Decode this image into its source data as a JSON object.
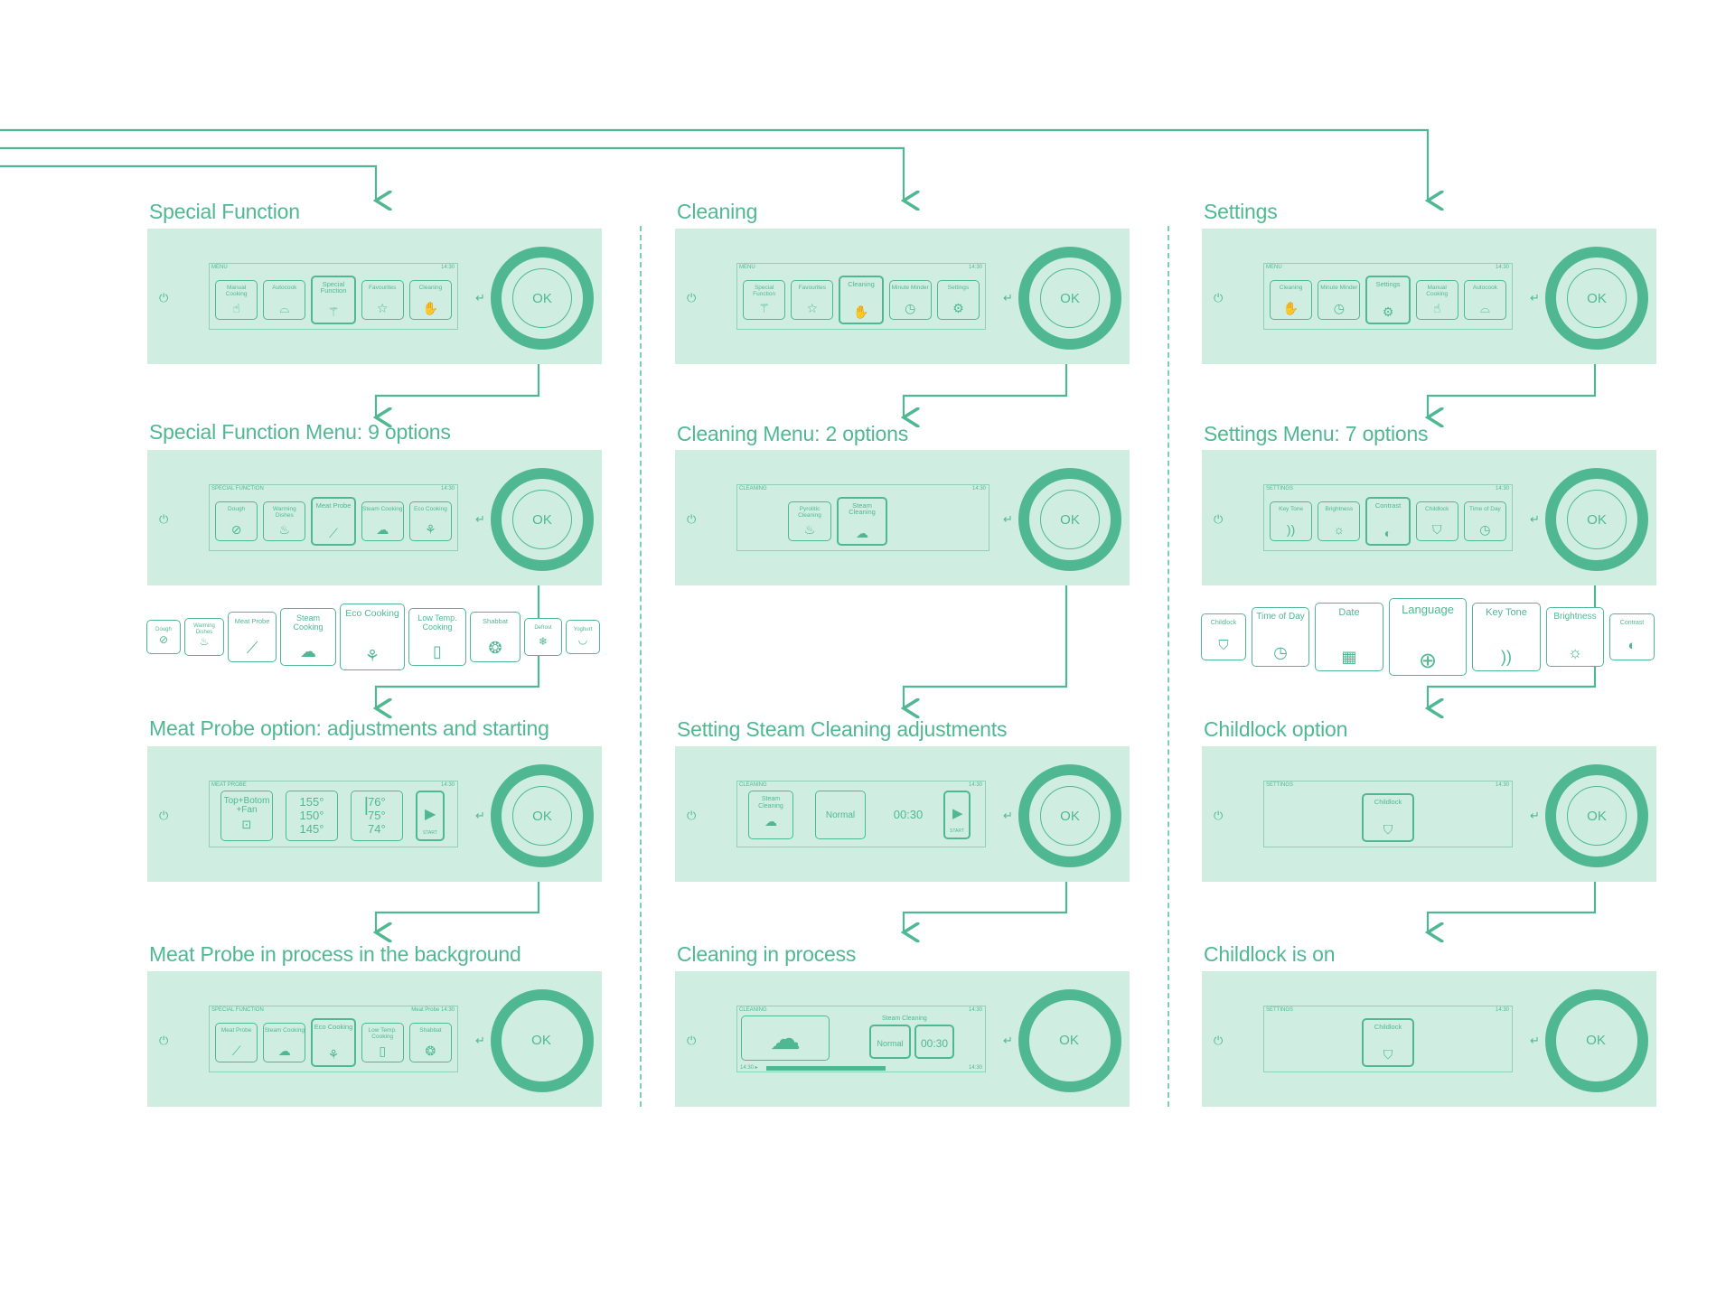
{
  "palette": {
    "accent": "#4fb892",
    "panel": "#cfeee1",
    "line": "#4fb892"
  },
  "icons": {
    "power": "power-icon",
    "back": "back-arrow-icon"
  },
  "columns": [
    {
      "title": "Special Function",
      "menu_title": "Special Function Menu: 9 options",
      "option_title": "Meat Probe option: adjustments and starting",
      "process_title": "Meat Probe in process in the background",
      "screen1": {
        "header": "MENU",
        "time": "14:30",
        "tiles": [
          "Manual Cooking",
          "Autocook",
          "Special Function",
          "Favourites",
          "Cleaning"
        ]
      },
      "screen2": {
        "header": "SPECIAL FUNCTION",
        "time": "14:30",
        "tiles": [
          "Dough",
          "Warming Dishes",
          "Meat Probe",
          "Steam Cooking",
          "Eco Cooking"
        ]
      },
      "strip": [
        "Dough",
        "Warming Dishes",
        "Meat Probe",
        "Steam Cooking",
        "Eco Cooking",
        "Low Temp. Cooking",
        "Shabbat",
        "Defrost",
        "Yoghurt"
      ],
      "screen3": {
        "header": "MEAT PROBE",
        "time": "14:30",
        "mode": "Top+Botom +Fan",
        "temps": [
          "155°",
          "150°",
          "145°"
        ],
        "probe": [
          "76°",
          "75°",
          "74°"
        ],
        "start": "START"
      },
      "screen4": {
        "header": "SPECIAL FUNCTION",
        "time": "Meat Probe 14:30",
        "tiles": [
          "Meat Probe",
          "Steam Cooking",
          "Eco Cooking",
          "Low Temp. Cooking",
          "Shabbat"
        ]
      }
    },
    {
      "title": "Cleaning",
      "menu_title": "Cleaning Menu: 2 options",
      "option_title": "Setting Steam Cleaning adjustments",
      "process_title": "Cleaning in process",
      "screen1": {
        "header": "MENU",
        "time": "14:30",
        "tiles": [
          "Special Function",
          "Favourites",
          "Cleaning",
          "Minute Minder",
          "Settings"
        ]
      },
      "screen2": {
        "header": "CLEANING",
        "time": "14:30",
        "tiles": [
          "Pyrolitic Cleaning",
          "Steam Cleaning"
        ]
      },
      "screen3": {
        "header": "CLEANING",
        "time": "14:30",
        "mode": "Steam Cleaning",
        "level": "Normal",
        "duration": "00:30",
        "start": "START"
      },
      "screen4": {
        "header": "CLEANING",
        "time": "14:30",
        "label": "Steam Cleaning",
        "level": "Normal",
        "duration": "00:30",
        "progress_start": "14:30 ▸",
        "progress_end": "14:30",
        "progress": 0.6
      }
    },
    {
      "title": "Settings",
      "menu_title": "Settings Menu: 7 options",
      "option_title": "Childlock option",
      "process_title": "Childlock is on",
      "screen1": {
        "header": "MENU",
        "time": "14:30",
        "tiles": [
          "Cleaning",
          "Minute Minder",
          "Settings",
          "Manual Cooking",
          "Autocook"
        ]
      },
      "screen2": {
        "header": "SETTINGS",
        "time": "14:30",
        "tiles": [
          "Key Tone",
          "Brightness",
          "Contrast",
          "Childlock",
          "Time of Day"
        ]
      },
      "strip": [
        "Childlock",
        "Time of Day",
        "Date",
        "Language",
        "Key Tone",
        "Brightness",
        "Contrast"
      ],
      "screen3": {
        "header": "SETTINGS",
        "time": "14:30",
        "tiles": [
          "Childlock"
        ]
      },
      "screen4": {
        "header": "SETTINGS",
        "time": "14:30",
        "tiles": [
          "Childlock"
        ]
      }
    }
  ],
  "ok_label": "OK"
}
